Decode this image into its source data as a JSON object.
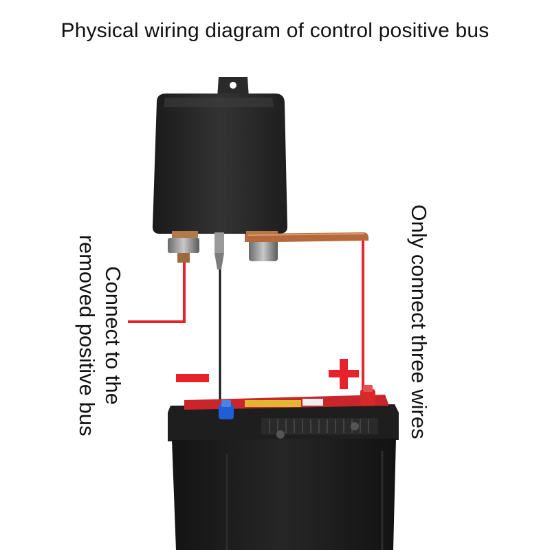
{
  "title": "Physical wiring diagram of control positive bus",
  "labels": {
    "left_line1": "Connect to the",
    "left_line2": "removed positive bus",
    "right": "Only connect three wires"
  },
  "signs": {
    "minus": "-",
    "plus": "+"
  },
  "colors": {
    "wire_red": "#e8222a",
    "wire_black": "#111111",
    "relay_body": "#2b2b2b",
    "battery_body": "#1c1c1c",
    "terminal_negative": "#1f5fd6",
    "terminal_positive": "#d62a2a",
    "copper": "#b56a3e"
  }
}
